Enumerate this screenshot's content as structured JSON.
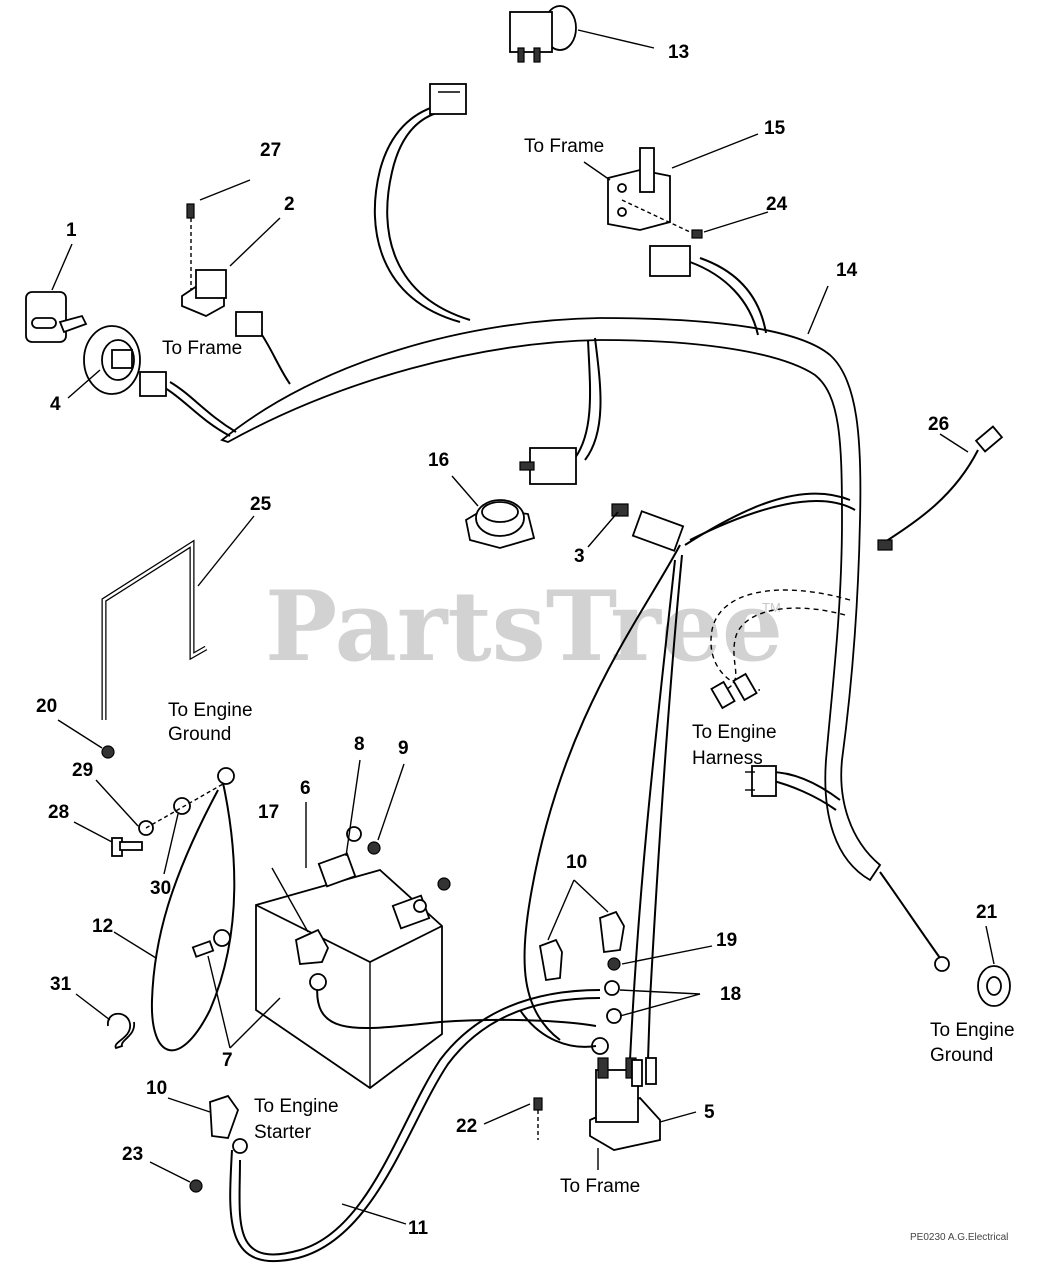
{
  "watermark": {
    "text": "PartsTree",
    "trademark": "TM"
  },
  "drawing_code": "PE0230 A.G.Electrical",
  "callouts": {
    "n1": "1",
    "n2": "2",
    "n3": "3",
    "n4": "4",
    "n5": "5",
    "n6": "6",
    "n7": "7",
    "n8": "8",
    "n9": "9",
    "n10a": "10",
    "n10b": "10",
    "n11": "11",
    "n12": "12",
    "n13": "13",
    "n14": "14",
    "n15": "15",
    "n16": "16",
    "n17": "17",
    "n18": "18",
    "n19": "19",
    "n20": "20",
    "n21": "21",
    "n22": "22",
    "n23": "23",
    "n24": "24",
    "n25": "25",
    "n26": "26",
    "n27": "27",
    "n28": "28",
    "n29": "29",
    "n30": "30",
    "n31": "31"
  },
  "labels": {
    "to_frame_top": "To Frame",
    "to_frame_left": "To Frame",
    "to_frame_bottom": "To Frame",
    "to_engine_ground_left_1": "To Engine",
    "to_engine_ground_left_2": "Ground",
    "to_engine_harness_1": "To Engine",
    "to_engine_harness_2": "Harness",
    "to_engine_starter_1": "To Engine",
    "to_engine_starter_2": "Starter",
    "to_engine_ground_right_1": "To Engine",
    "to_engine_ground_right_2": "Ground"
  }
}
